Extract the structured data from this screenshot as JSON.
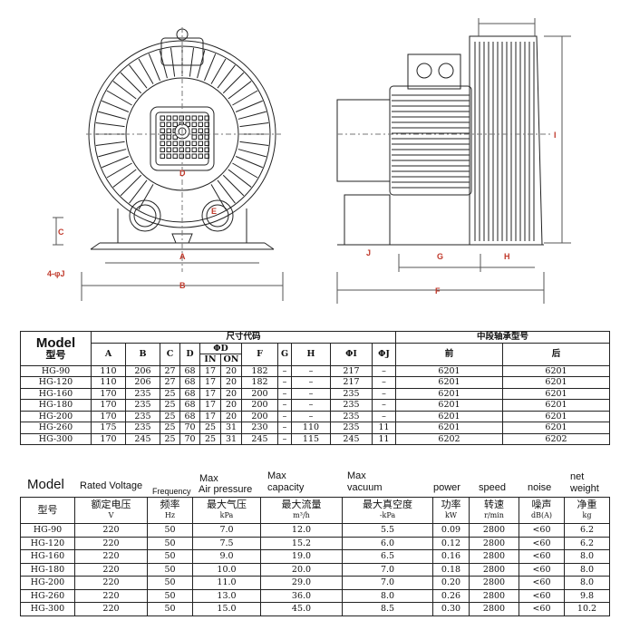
{
  "drawing": {
    "front_labels": [
      "A",
      "B",
      "C",
      "D",
      "E"
    ],
    "side_labels": [
      "G",
      "H",
      "F",
      "J",
      "I"
    ],
    "phi_j": "4-φJ"
  },
  "dim_table": {
    "model_en": "Model",
    "model_zh": "型号",
    "dims_header": "尺寸代码",
    "bearing_header": "中段轴承型号",
    "col_a": "A",
    "col_b": "B",
    "col_c": "C",
    "col_d": "D",
    "col_phid": "ΦD",
    "col_in": "IN",
    "col_on": "ON",
    "col_f": "F",
    "col_g": "G",
    "col_h": "H",
    "col_phii": "ΦI",
    "col_phij": "ΦJ",
    "col_front": "前",
    "col_rear": "后",
    "rows": [
      [
        "HG-90",
        "110",
        "206",
        "27",
        "68",
        "17",
        "20",
        "182",
        "–",
        "–",
        "217",
        "–",
        "6201",
        "6201"
      ],
      [
        "HG-120",
        "110",
        "206",
        "27",
        "68",
        "17",
        "20",
        "182",
        "–",
        "–",
        "217",
        "–",
        "6201",
        "6201"
      ],
      [
        "HG-160",
        "170",
        "235",
        "25",
        "68",
        "17",
        "20",
        "200",
        "–",
        "–",
        "235",
        "–",
        "6201",
        "6201"
      ],
      [
        "HG-180",
        "170",
        "235",
        "25",
        "68",
        "17",
        "20",
        "200",
        "–",
        "–",
        "235",
        "–",
        "6201",
        "6201"
      ],
      [
        "HG-200",
        "170",
        "235",
        "25",
        "68",
        "17",
        "20",
        "200",
        "–",
        "–",
        "235",
        "–",
        "6201",
        "6201"
      ],
      [
        "HG-260",
        "175",
        "235",
        "25",
        "70",
        "25",
        "31",
        "230",
        "–",
        "110",
        "235",
        "11",
        "6201",
        "6201"
      ],
      [
        "HG-300",
        "170",
        "245",
        "25",
        "70",
        "25",
        "31",
        "245",
        "–",
        "115",
        "245",
        "11",
        "6202",
        "6202"
      ]
    ]
  },
  "perf_header": {
    "model": "Model",
    "rated_voltage": "Rated Voltage",
    "frequency": "Frequency",
    "max_air_pressure_1": "Max",
    "max_air_pressure_2": "Air pressure",
    "max_capacity_1": "Max",
    "max_capacity_2": "capacity",
    "max_vacuum_1": "Max",
    "max_vacuum_2": "vacuum",
    "power": "power",
    "speed": "speed",
    "noise": "noise",
    "net_weight_1": "net",
    "net_weight_2": "weight"
  },
  "perf_table": {
    "h_model": "型号",
    "h_voltage": "额定电压",
    "u_voltage": "V",
    "h_freq": "频率",
    "u_freq": "Hz",
    "h_pressure": "最大气压",
    "u_pressure": "kPa",
    "h_flow": "最大流量",
    "u_flow": "m³/h",
    "h_vacuum": "最大真空度",
    "u_vacuum": "-kPa",
    "h_power": "功率",
    "u_power": "kW",
    "h_speed": "转速",
    "u_speed": "r/min",
    "h_noise": "噪声",
    "u_noise": "dB(A)",
    "h_weight": "净重",
    "u_weight": "kg",
    "rows": [
      [
        "HG-90",
        "220",
        "50",
        "7.0",
        "12.0",
        "5.5",
        "0.09",
        "2800",
        "<60",
        "6.2"
      ],
      [
        "HG-120",
        "220",
        "50",
        "7.5",
        "15.2",
        "6.0",
        "0.12",
        "2800",
        "<60",
        "6.2"
      ],
      [
        "HG-160",
        "220",
        "50",
        "9.0",
        "19.0",
        "6.5",
        "0.16",
        "2800",
        "<60",
        "8.0"
      ],
      [
        "HG-180",
        "220",
        "50",
        "10.0",
        "20.0",
        "7.0",
        "0.18",
        "2800",
        "<60",
        "8.0"
      ],
      [
        "HG-200",
        "220",
        "50",
        "11.0",
        "29.0",
        "7.0",
        "0.20",
        "2800",
        "<60",
        "8.0"
      ],
      [
        "HG-260",
        "220",
        "50",
        "13.0",
        "36.0",
        "8.0",
        "0.26",
        "2800",
        "<60",
        "9.8"
      ],
      [
        "HG-300",
        "220",
        "50",
        "15.0",
        "45.0",
        "8.5",
        "0.30",
        "2800",
        "<60",
        "10.2"
      ]
    ]
  }
}
